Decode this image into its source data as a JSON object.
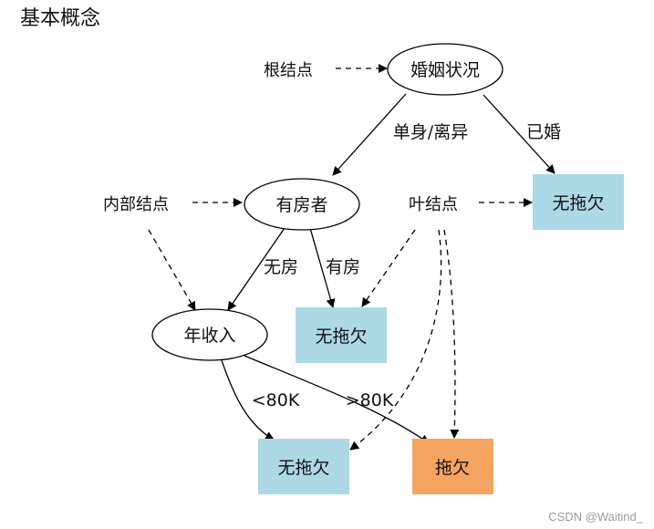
{
  "title": "基本概念",
  "watermark": "CSDN @Waitind_",
  "colors": {
    "leaf_blue": "#add8e6",
    "leaf_orange": "#f4a460",
    "stroke": "#000000"
  },
  "labels": {
    "root_point": "根结点",
    "internal_point": "内部结点",
    "leaf_point": "叶结点"
  },
  "nodes": {
    "marriage": "婚姻状况",
    "house": "有房者",
    "income": "年收入",
    "leaf_married": "无拖欠",
    "leaf_has_house": "无拖欠",
    "leaf_low_income": "无拖欠",
    "leaf_high_income": "拖欠"
  },
  "edges": {
    "single_divorced": "单身/离异",
    "married": "已婚",
    "no_house": "无房",
    "has_house": "有房",
    "lt_80k": "<80K",
    "gt_80k": ">80K"
  }
}
